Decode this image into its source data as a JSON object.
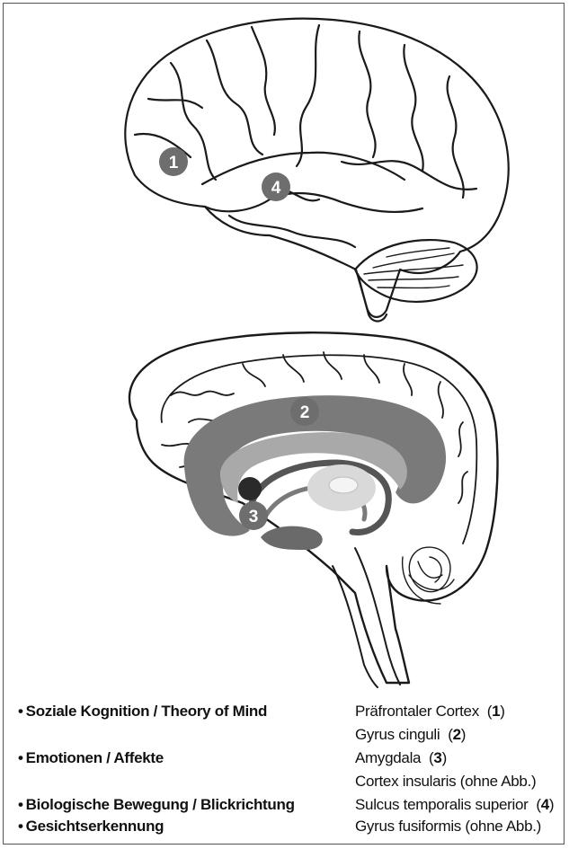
{
  "markers": {
    "m1": "1",
    "m2": "2",
    "m3": "3",
    "m4": "4"
  },
  "legend": {
    "bullet": "•",
    "rows": [
      {
        "function": "Soziale Kognition / Theory of Mind",
        "region": "Präfrontaler Cortex",
        "num": "1"
      },
      {
        "function": "",
        "region": "Gyrus cinguli",
        "num": "2"
      },
      {
        "function": "Emotionen / Affekte",
        "region": "Amygdala",
        "num": "3"
      },
      {
        "function": "",
        "region": "Cortex insularis (ohne Abb.)",
        "num": ""
      },
      {
        "function": "Biologische Bewegung / Blickrichtung",
        "region": "Sulcus temporalis superior",
        "num": "4"
      },
      {
        "function": "Gesichtserkennung",
        "region": "Gyrus fusiformis (ohne Abb.)",
        "num": ""
      }
    ]
  },
  "colors": {
    "outline": "#1a1a1a",
    "badge": "#6e6e6e",
    "cingulate": "#7a7a7a",
    "frame": "#555555"
  }
}
